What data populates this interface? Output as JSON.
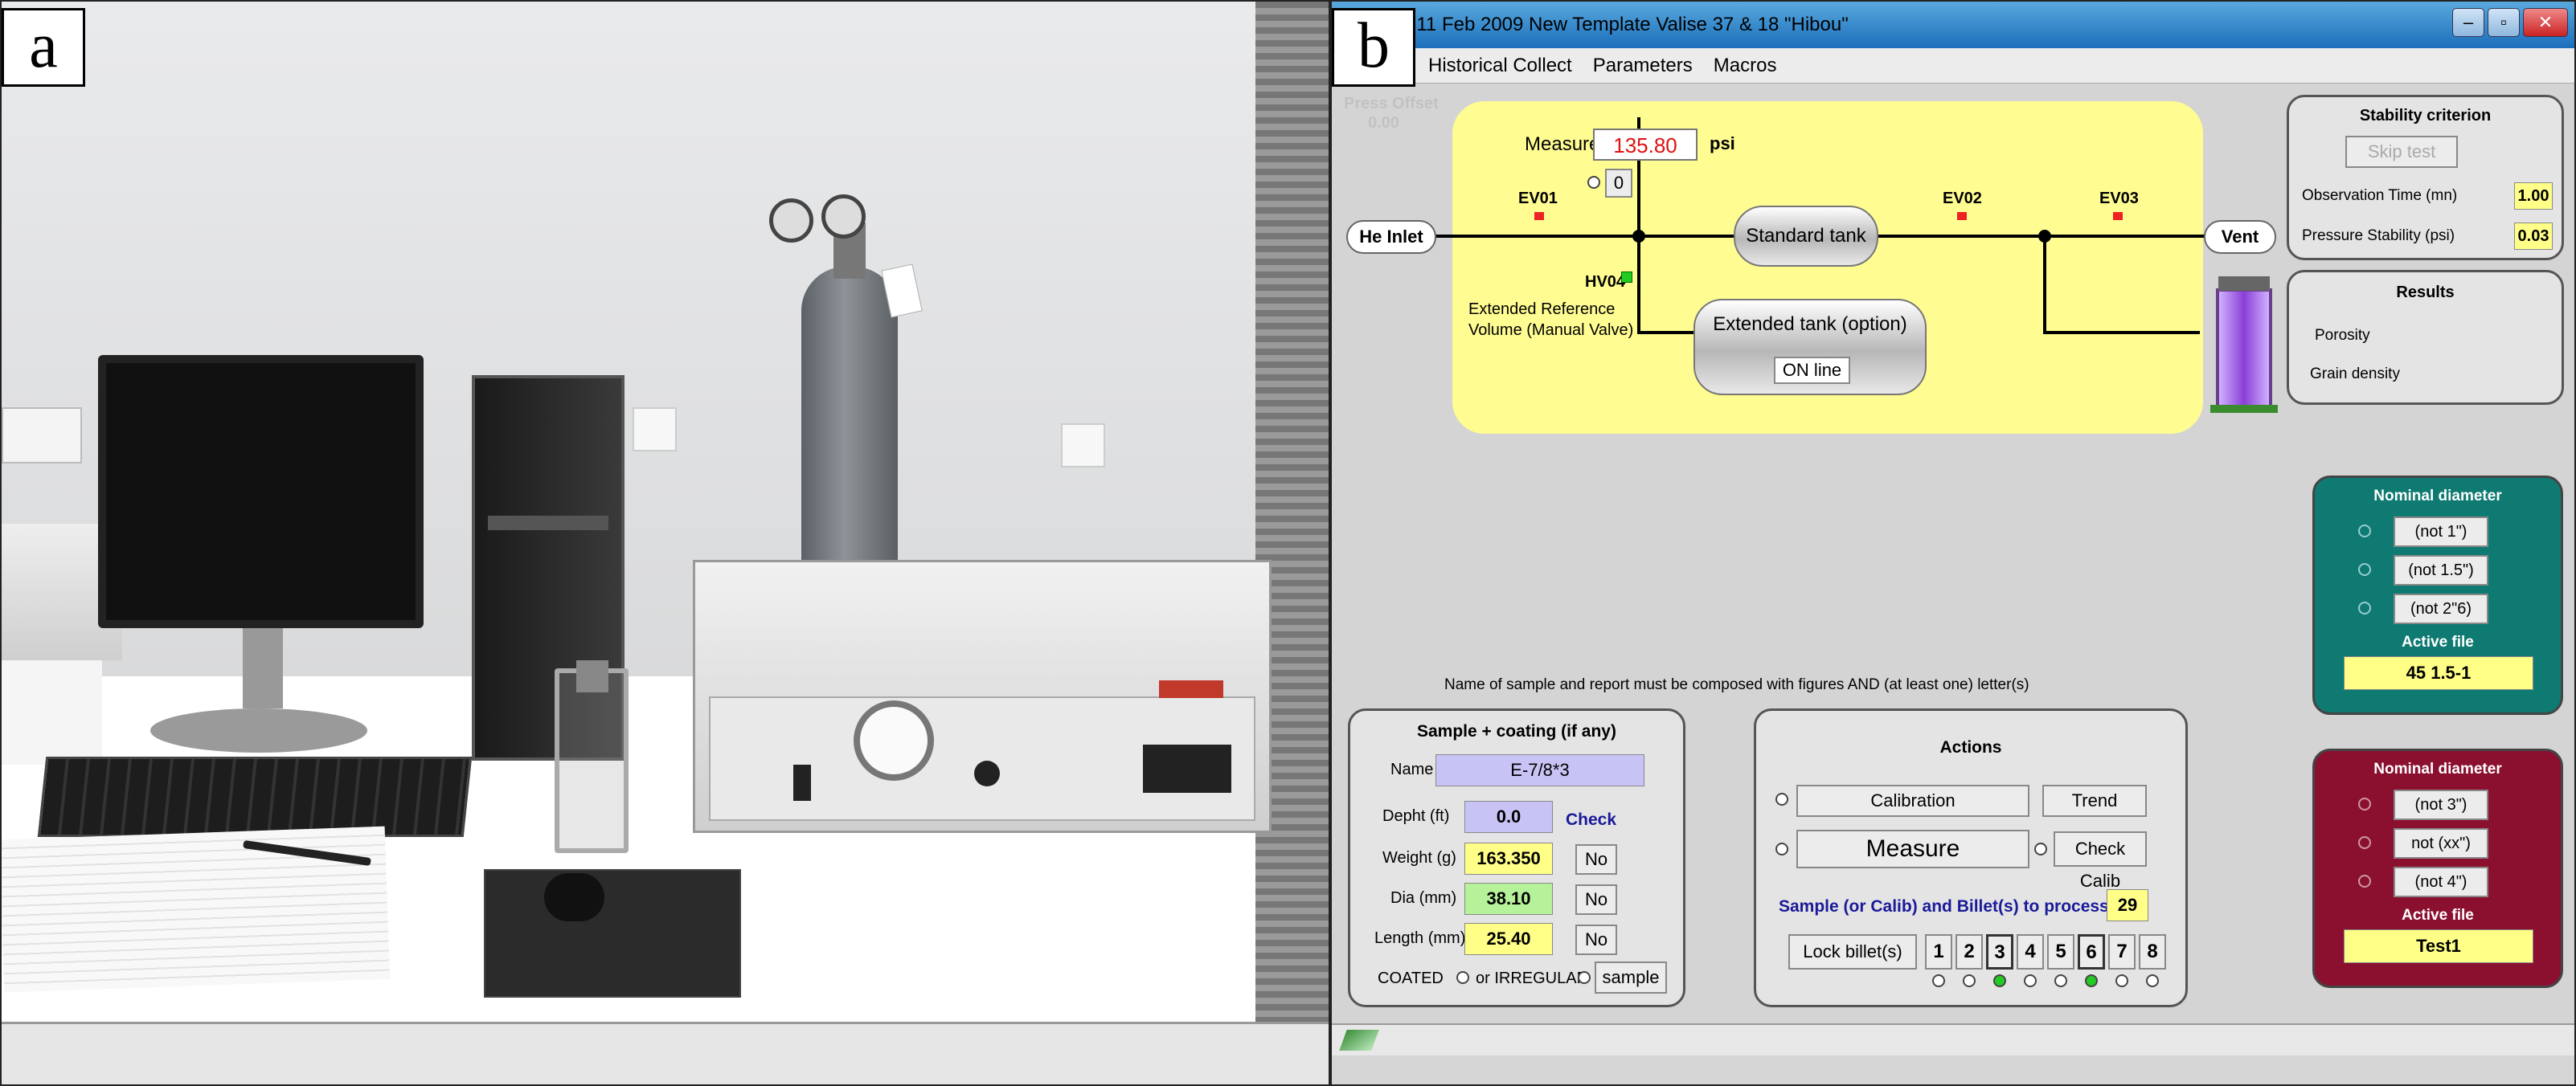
{
  "panels": {
    "a": "a",
    "b": "b"
  },
  "window": {
    "title": "18.11   Feb 2009   New Template   Valise 37 & 18  \"Hibou\"",
    "buttons": [
      "–",
      "▫",
      "✕"
    ]
  },
  "menu": [
    "Historical Collect",
    "Parameters",
    "Macros"
  ],
  "faded": {
    "label": "Press Offset",
    "value": "0.00"
  },
  "diagram": {
    "measure_label": "Measure",
    "measure_value": "135.80",
    "measure_unit": "psi",
    "zero_btn": "0",
    "he_inlet": "He Inlet",
    "vent": "Vent",
    "ev01": "EV01",
    "ev02": "EV02",
    "ev03": "EV03",
    "hv04": "HV04",
    "ext_ref": "Extended Reference",
    "ext_ref2": "Volume (Manual Valve)",
    "standard_tank": "Standard tank",
    "extended_tank": "Extended tank (option)",
    "online": "ON line"
  },
  "stability": {
    "title": "Stability criterion",
    "skip": "Skip test",
    "obs_label": "Observation Time (mn)",
    "obs_value": "1.00",
    "pressure_label": "Pressure Stability (psi)",
    "pressure_value": "0.03"
  },
  "results": {
    "title": "Results",
    "porosity": "Porosity",
    "grain": "Grain density"
  },
  "nominal1": {
    "title": "Nominal diameter",
    "opts": [
      "(not 1\")",
      "(not 1.5\")",
      "(not 2\"6)"
    ],
    "active_label": "Active file",
    "active_value": "45 1.5-1",
    "color": "#0e7a72"
  },
  "nominal2": {
    "title": "Nominal diameter",
    "opts": [
      "(not 3\")",
      "not (xx\")",
      "(not 4\")"
    ],
    "active_label": "Active file",
    "active_value": "Test1",
    "color": "#8b1030"
  },
  "note": "Name of sample and report must be composed with figures AND (at least one) letter(s)",
  "sample": {
    "title": "Sample + coating (if any)",
    "name_label": "Name",
    "name_value": "E-7/8*3",
    "depth_label": "Depht (ft)",
    "depth_value": "0.0",
    "check": "Check",
    "weight_label": "Weight (g)",
    "weight_value": "163.350",
    "dia_label": "Dia (mm)",
    "dia_value": "38.10",
    "length_label": "Length (mm)",
    "length_value": "25.40",
    "no": "No",
    "coated": "COATED",
    "or": "or IRREGULAR",
    "sample_btn": "sample"
  },
  "actions": {
    "title": "Actions",
    "calibration": "Calibration",
    "trend": "Trend",
    "measure": "Measure",
    "check_calib": "Check Calib",
    "process_label": "Sample (or Calib) and Billet(s) to process",
    "process_value": "29",
    "lock": "Lock billet(s)",
    "billets": [
      "1",
      "2",
      "3",
      "4",
      "5",
      "6",
      "7",
      "8"
    ],
    "active_billets": [
      3,
      6
    ]
  },
  "colors": {
    "yellow_field": "#ffff88",
    "lavender_field": "#c8c3f5",
    "green_field": "#b6f29a",
    "measure_red": "#e01010",
    "led_green": "#22cc22"
  }
}
